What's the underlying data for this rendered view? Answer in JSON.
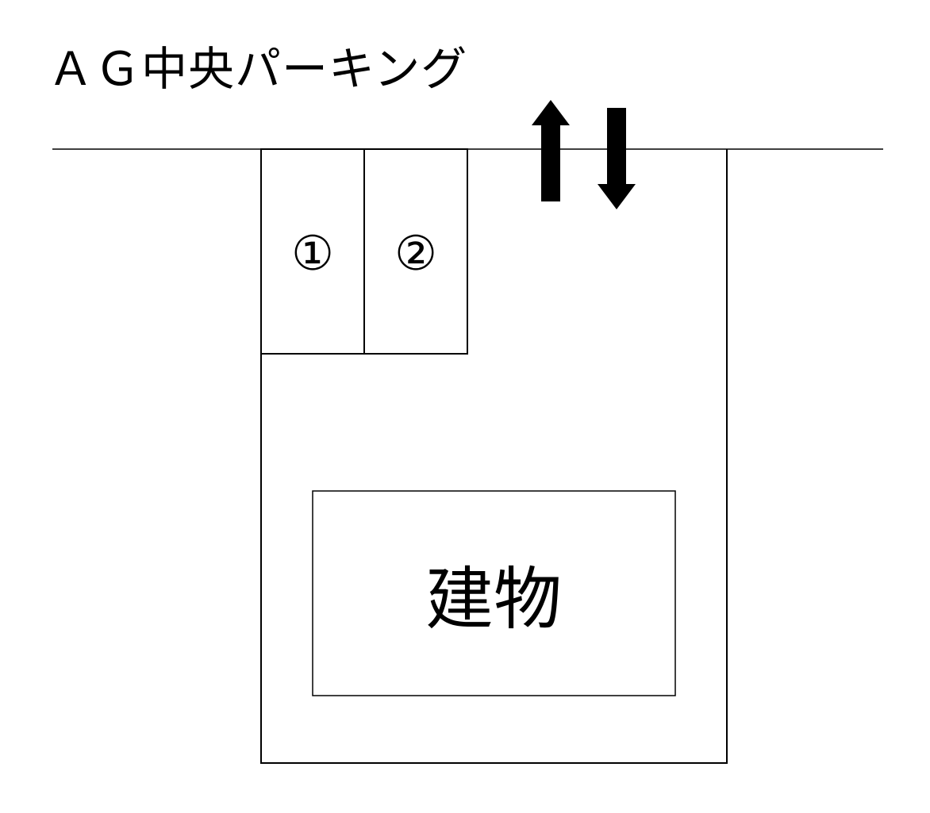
{
  "title": "ＡＧ中央パーキング",
  "spaces": [
    {
      "label": "①"
    },
    {
      "label": "②"
    }
  ],
  "building": {
    "label": "建物"
  },
  "entrance": {
    "in_arrow": "up-arrow",
    "out_arrow": "down-arrow"
  },
  "colors": {
    "line": "#000000",
    "background": "#ffffff"
  }
}
